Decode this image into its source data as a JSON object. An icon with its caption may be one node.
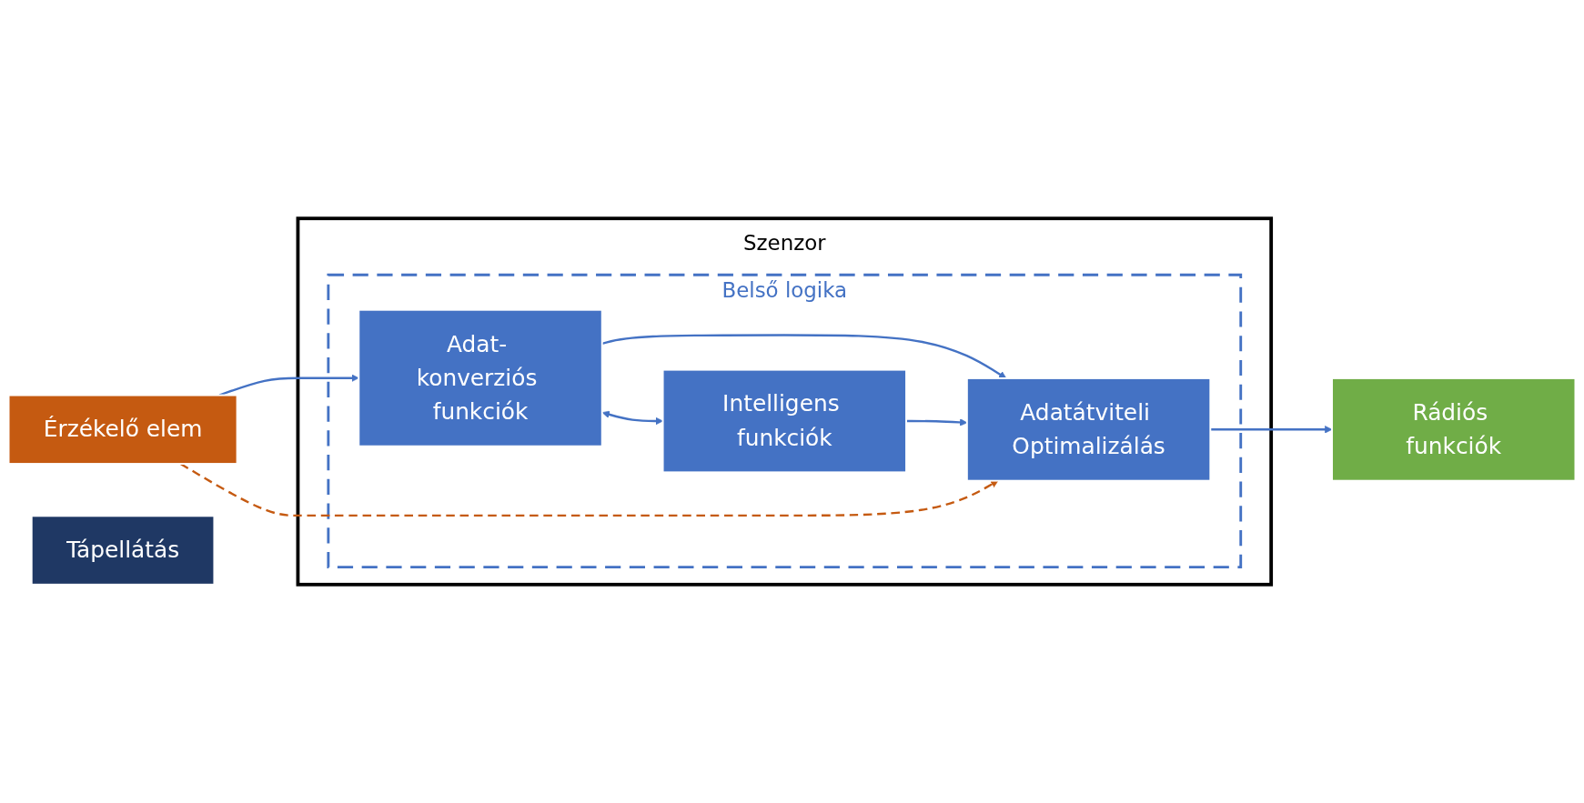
{
  "diagram": {
    "nodes": [
      {
        "text": [
          "Szenzor"
        ]
      },
      {
        "text": [
          "Érzékelő elem"
        ]
      },
      {
        "text": [
          "Belső logika"
        ],
        "in": 0
      },
      {
        "text": [
          "Adat- konverziós funkciók"
        ],
        "in": 2
      },
      {
        "text": [
          "Adatátviteli Optimalizálás"
        ],
        "in": 2
      },
      {
        "text": [
          "Intelligens funkciók"
        ],
        "in": 2
      },
      {
        "text": [
          "Rádiós funkciók"
        ]
      },
      {
        "text": [
          "Tápellátás"
        ]
      }
    ],
    "edges": [
      {
        "from": 1,
        "to": 3,
        "arrow": "to"
      },
      {
        "from": 3,
        "to": 4,
        "arrow": "to"
      },
      {
        "from": 4,
        "to": 6,
        "arrow": "to"
      },
      {
        "from": 3,
        "to": 5,
        "arrow": "both"
      },
      {
        "from": 5,
        "to": 4,
        "arrow": "to"
      },
      {
        "from": 1,
        "to": 4,
        "arrow": "to",
        "style": "dashed",
        "color": "#c55a11"
      }
    ]
  }
}
